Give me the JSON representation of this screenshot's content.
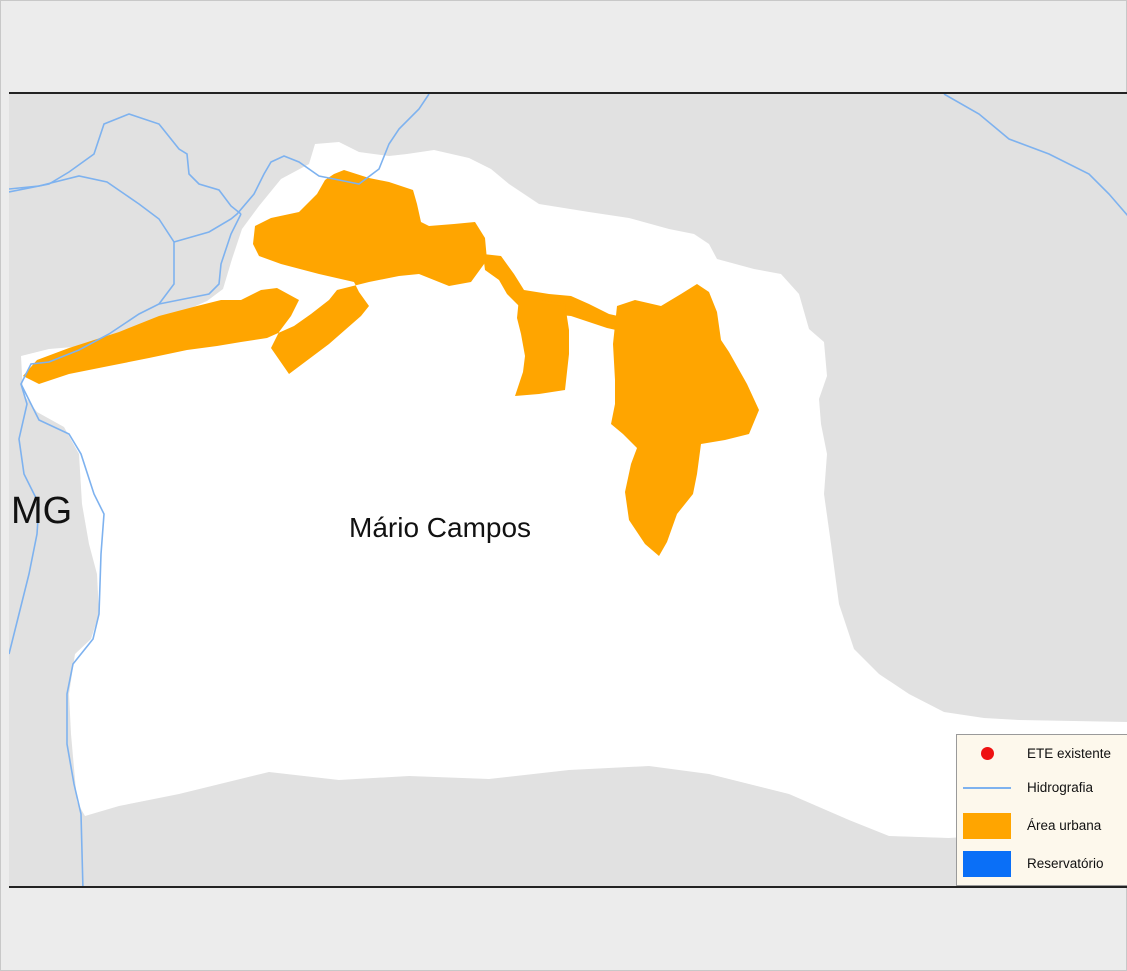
{
  "map": {
    "labels": {
      "state": "MG",
      "municipality": "Mário Campos"
    },
    "colors": {
      "background_region": "#e1e1e1",
      "municipality_fill": "#ffffff",
      "urban_area": "#ffa500",
      "hydrography": "#7eb2ef",
      "reservoir": "#0a6ff7",
      "ete": "#ee1111"
    }
  },
  "legend": {
    "items": [
      {
        "label": "ETE existente",
        "symbol": "red-dot-icon"
      },
      {
        "label": "Hidrografia",
        "symbol": "blue-line-icon"
      },
      {
        "label": "Área urbana",
        "symbol": "orange-fill-icon"
      },
      {
        "label": "Reservatório",
        "symbol": "blue-fill-icon"
      }
    ]
  }
}
